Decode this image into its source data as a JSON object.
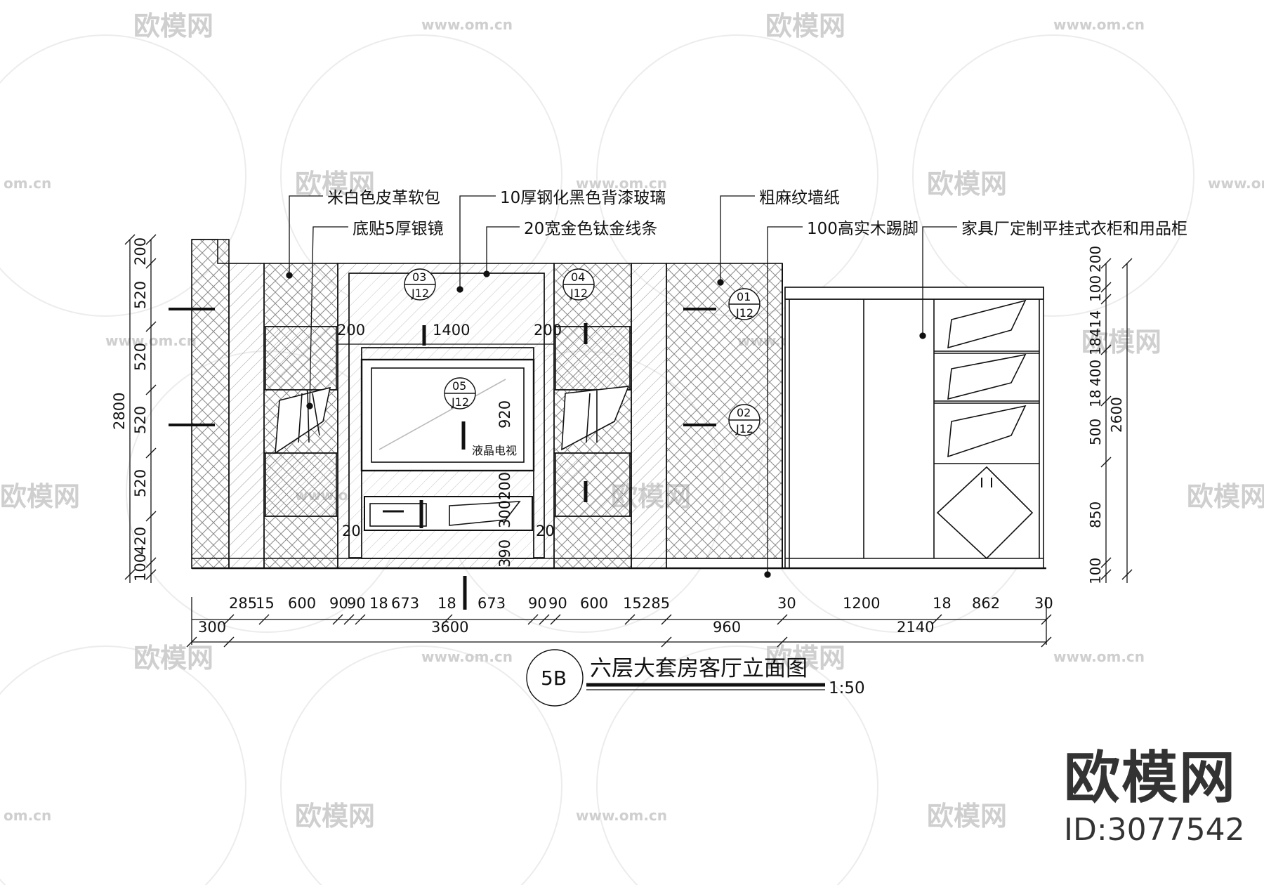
{
  "watermark": {
    "logo_text": "欧模网",
    "site_text": "www.om.cn",
    "short_text": "om.cn"
  },
  "labels": {
    "leather": "米白色皮革软包",
    "mirror": "底贴5厚银镜",
    "glass": "10厚钢化黑色背漆玻璃",
    "gold_strip": "20宽金色钛金线条",
    "wallpaper": "粗麻纹墙纸",
    "skirting": "100高实木踢脚",
    "wardrobe": "家具厂定制平挂式衣柜和用品柜"
  },
  "tv_label": "液晶电视",
  "callouts": [
    {
      "num": "03",
      "sheet": "J12"
    },
    {
      "num": "04",
      "sheet": "J12"
    },
    {
      "num": "05",
      "sheet": "J12"
    },
    {
      "num": "01",
      "sheet": "J12"
    },
    {
      "num": "02",
      "sheet": "J12"
    }
  ],
  "dims": {
    "left_vertical": [
      "200",
      "520",
      "520",
      "520",
      "520",
      "420",
      "100"
    ],
    "left_total": "2800",
    "right_vertical": [
      "200",
      "100",
      "414",
      "18",
      "400",
      "18",
      "500",
      "850",
      "100"
    ],
    "right_total": "2600",
    "bottom_row": [
      "285",
      "15",
      "600",
      "90",
      "90",
      "18",
      "673",
      "18",
      "673",
      "90",
      "90",
      "600",
      "15",
      "285",
      "30",
      "1200",
      "18",
      "862",
      "30"
    ],
    "overall_row": [
      "300",
      "3600",
      "960",
      "2140"
    ],
    "inner": {
      "tv_frame_width": "1400",
      "side_left": "200",
      "side_right": "200",
      "tv_height": "920",
      "gap_200": "200",
      "cabinet_300": "300",
      "bottom_390": "390",
      "edge_20_left": "20",
      "edge_20_right": "20"
    }
  },
  "title": {
    "tag": "5B",
    "text": "六层大套房客厅立面图",
    "scale": "1:50"
  },
  "brand": {
    "name": "欧模网",
    "id": "ID:3077542"
  }
}
